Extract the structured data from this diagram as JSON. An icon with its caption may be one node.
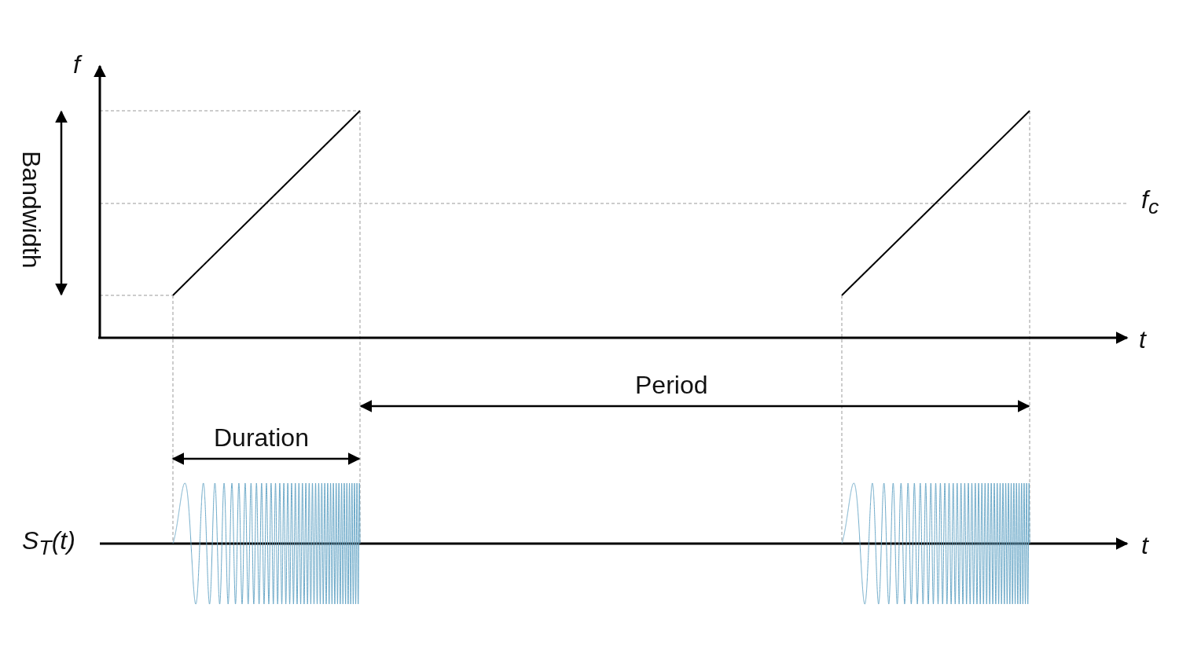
{
  "diagram": {
    "labels": [
      "f",
      "Bandwidth",
      "f$_{c}$",
      "t",
      "Period",
      "Duration",
      "S$_{T}$(t)",
      "t"
    ]
  }
}
